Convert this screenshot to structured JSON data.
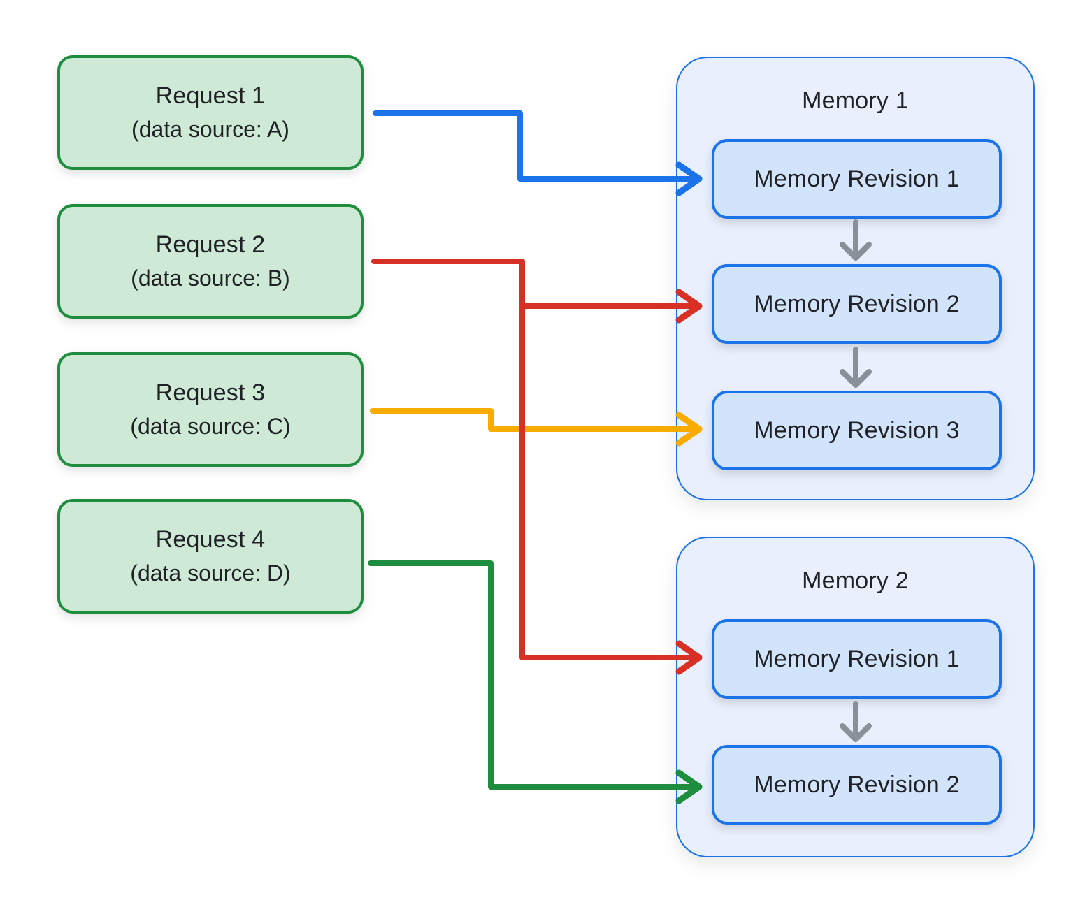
{
  "requests": [
    {
      "title": "Request 1",
      "subtitle": "(data source: A)"
    },
    {
      "title": "Request 2",
      "subtitle": "(data source: B)"
    },
    {
      "title": "Request 3",
      "subtitle": "(data source: C)"
    },
    {
      "title": "Request 4",
      "subtitle": "(data source: D)"
    }
  ],
  "memories": [
    {
      "title": "Memory 1",
      "revisions": [
        {
          "label": "Memory Revision 1"
        },
        {
          "label": "Memory Revision 2"
        },
        {
          "label": "Memory Revision 3"
        }
      ]
    },
    {
      "title": "Memory 2",
      "revisions": [
        {
          "label": "Memory Revision 1"
        },
        {
          "label": "Memory Revision 2"
        }
      ]
    }
  ],
  "connectors": [
    {
      "id": "request1-to-memory1-revision1",
      "color": "#1a73e8"
    },
    {
      "id": "request3-to-memory1-revision3",
      "color": "#f9ab00"
    },
    {
      "id": "request2-to-memory1-revision2-and-memory2-revision1",
      "color": "#d93025"
    },
    {
      "id": "request4-to-memory2-revision2",
      "color": "#1e8e3e"
    }
  ],
  "palette": {
    "background": "#ffffff",
    "text": "#1f2124",
    "request_fill": "#ceead6",
    "request_border": "#1e8e3e",
    "memory_fill": "#e9effc",
    "memory_border": "#1a73e8",
    "revision_fill": "#d2e3fc",
    "revision_border": "#1a73e8",
    "flow_arrow_gray": "#8a9097"
  }
}
